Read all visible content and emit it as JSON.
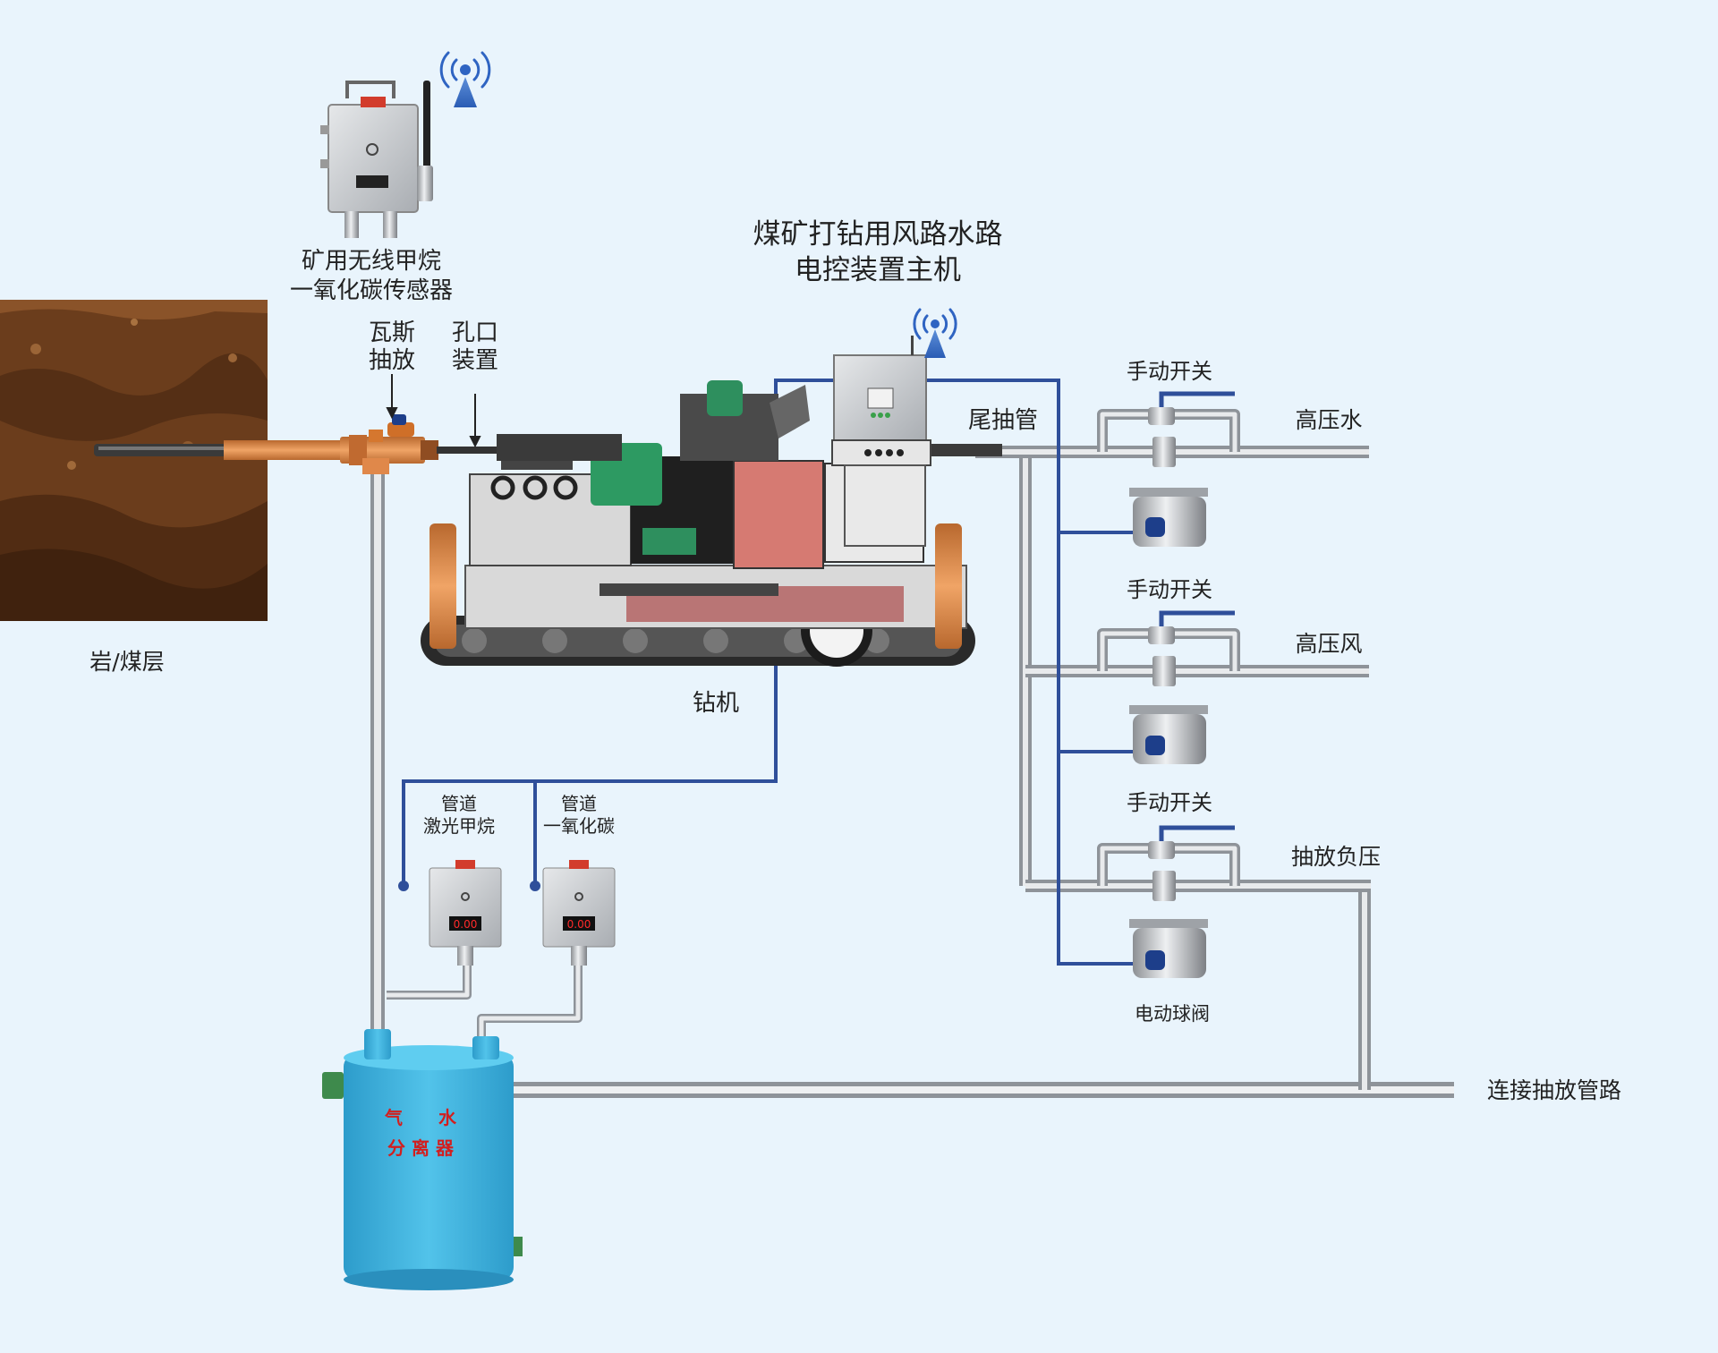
{
  "title": {
    "line1": "煤矿打钻用风路水路",
    "line2": "电控装置主机"
  },
  "labels": {
    "sensor_wireless_line1": "矿用无线甲烷",
    "sensor_wireless_line2": "一氧化碳传感器",
    "gas_drainage_line1": "瓦斯",
    "gas_drainage_line2": "抽放",
    "hole_device_line1": "孔口",
    "hole_device_line2": "装置",
    "tail_pipe": "尾抽管",
    "rock_coal": "岩/煤层",
    "drill": "钻机",
    "manual_switch": "手动开关",
    "high_pressure_water": "高压水",
    "high_pressure_air": "高压风",
    "drainage_negative_pressure": "抽放负压",
    "electric_ball_valve": "电动球阀",
    "connect_drainage_pipe": "连接抽放管路",
    "pipe_methane_line1": "管道",
    "pipe_methane_line2": "激光甲烷",
    "pipe_co_line1": "管道",
    "pipe_co_line2": "一氧化碳",
    "separator_line1": "气　　水",
    "separator_line2": "分 离 器",
    "sensor_display_1": "0.00",
    "sensor_display_2": "0.00"
  },
  "colors": {
    "background": "#e9f4fc",
    "signal_wire": "#2f4f9a",
    "pipe": "#c9ccd1",
    "separator": "#3fb3dc",
    "rock": "#5a3317",
    "copper_pipe": "#d98a4a",
    "display_red": "#ff2020"
  }
}
